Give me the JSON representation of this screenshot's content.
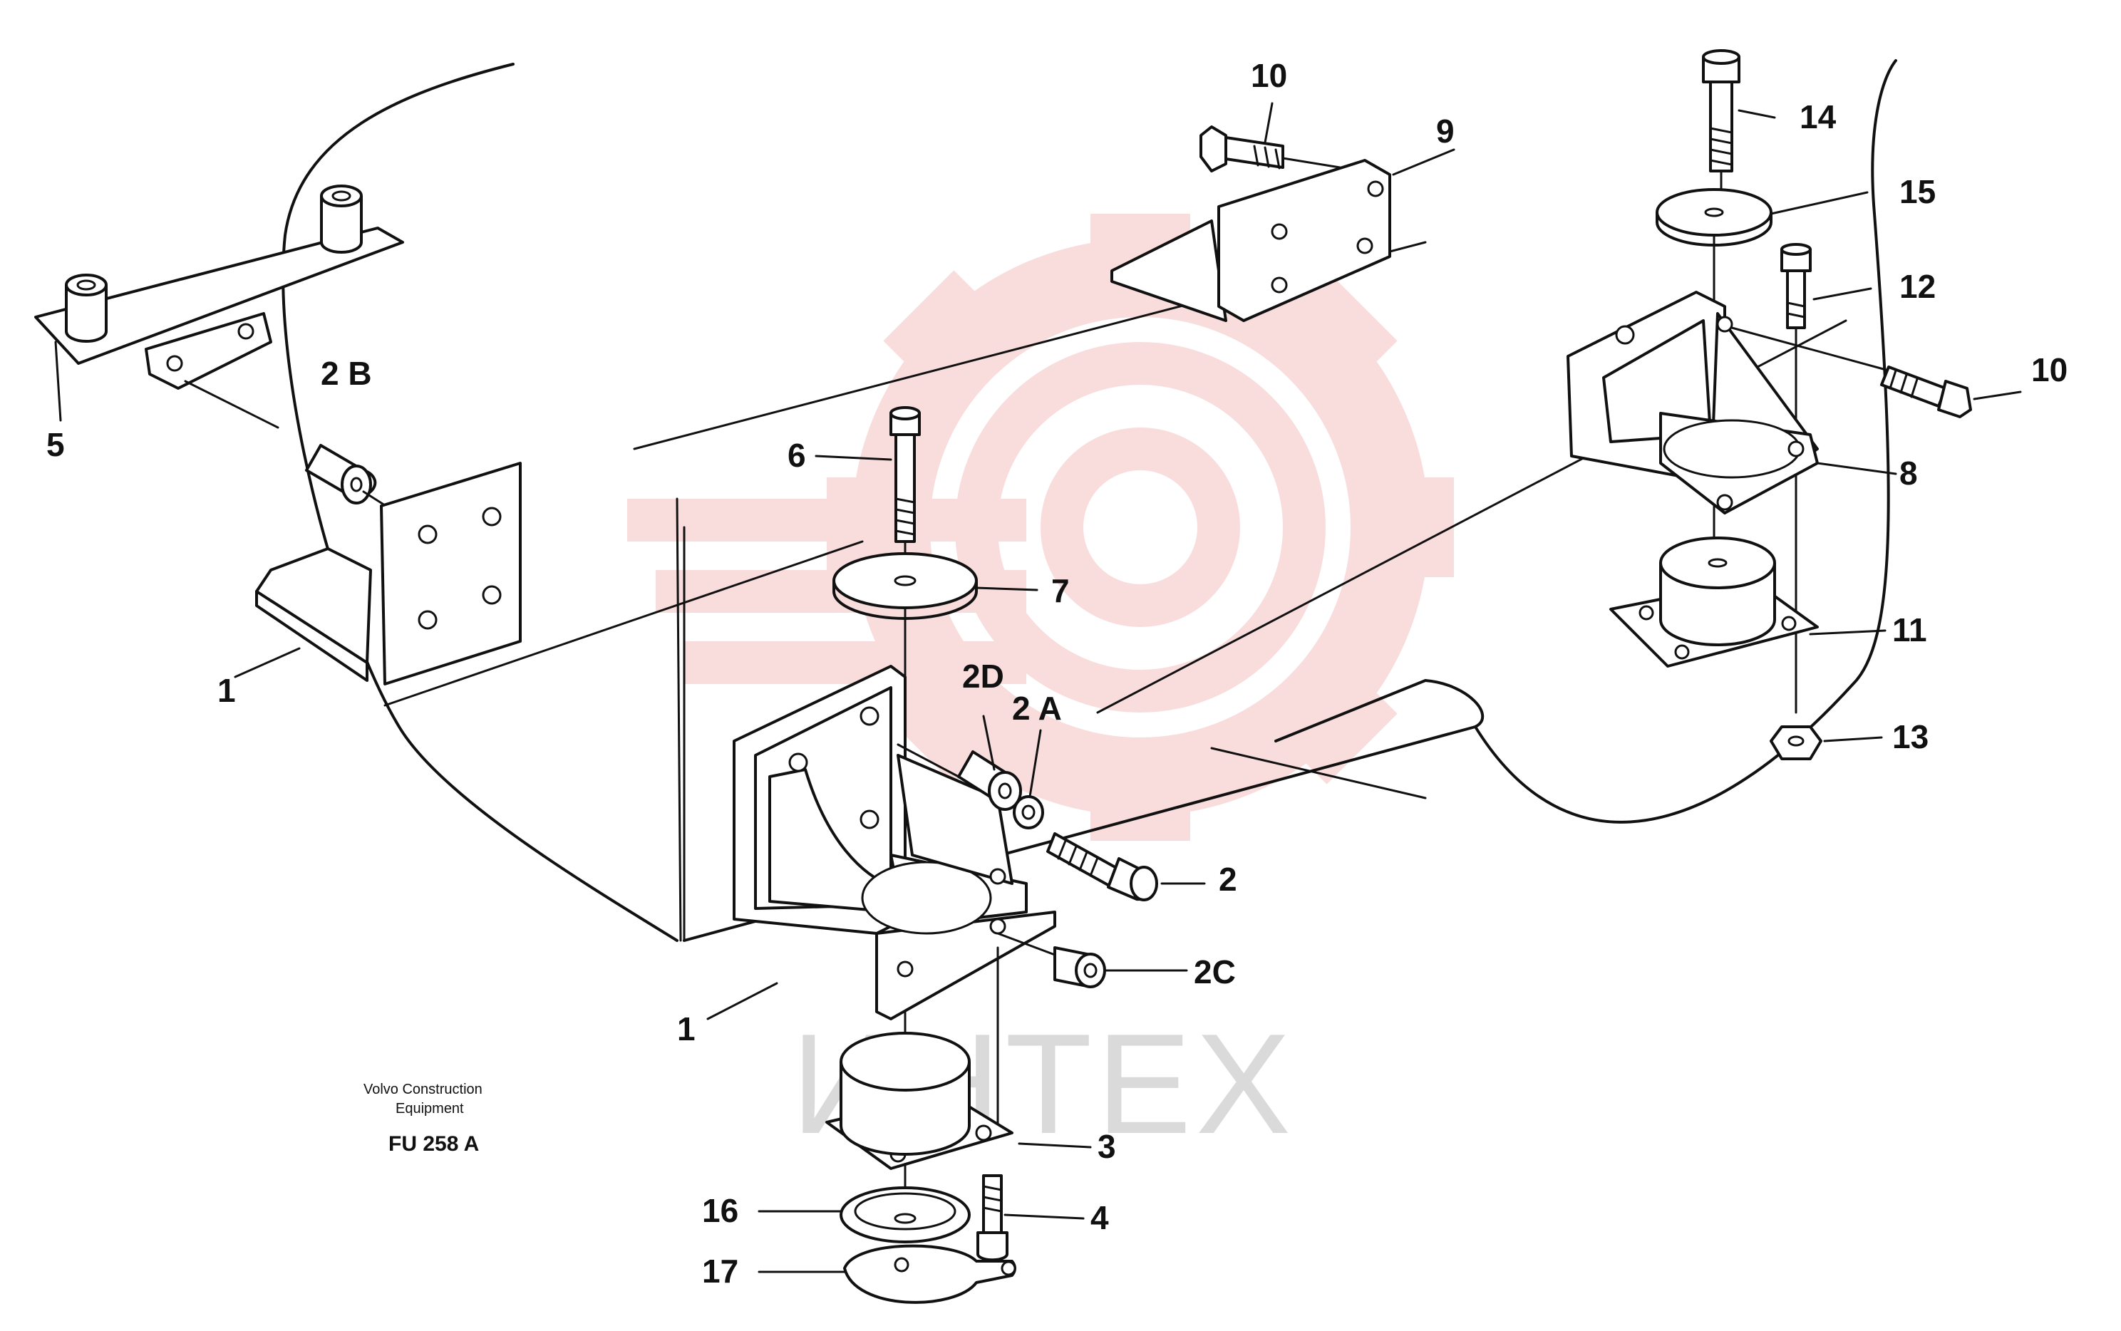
{
  "watermark": {
    "text": "ИНТЕХ",
    "gear_color": "#f3b4b4",
    "text_color": "#bdbdbd"
  },
  "publisher_note": {
    "line1": "Volvo Construction",
    "line2": "Equipment",
    "code": "FU 258 A"
  },
  "callouts": {
    "c1_left": "1",
    "c1_center": "1",
    "c2": "2",
    "c2a": "2 A",
    "c2b": "2 B",
    "c2c": "2C",
    "c2d": "2D",
    "c3": "3",
    "c4": "4",
    "c5": "5",
    "c6": "6",
    "c7": "7",
    "c8": "8",
    "c9": "9",
    "c10_top": "10",
    "c10_right": "10",
    "c11": "11",
    "c12": "12",
    "c13": "13",
    "c14": "14",
    "c15": "15",
    "c16": "16",
    "c17": "17"
  }
}
